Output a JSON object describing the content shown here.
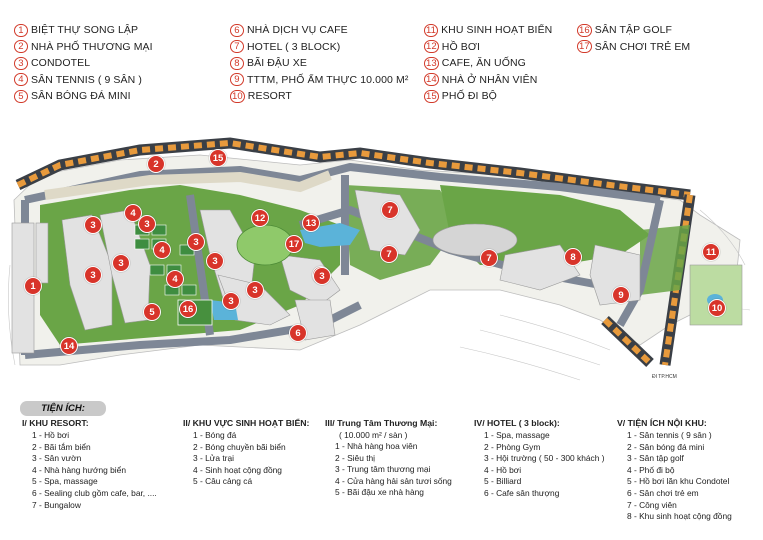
{
  "legend": [
    {
      "num": "1",
      "label": "BIỆT THỰ SONG LẬP"
    },
    {
      "num": "2",
      "label": "NHÀ PHỐ THƯƠNG MẠI"
    },
    {
      "num": "3",
      "label": "CONDOTEL"
    },
    {
      "num": "4",
      "label": "SÂN TENNIS ( 9 SÂN )"
    },
    {
      "num": "5",
      "label": "SÂN BÓNG ĐÁ MINI"
    },
    {
      "num": "6",
      "label": "NHÀ DỊCH VỤ CAFE"
    },
    {
      "num": "7",
      "label": "HOTEL ( 3 BLOCK)"
    },
    {
      "num": "8",
      "label": "BÃI ĐẬU XE"
    },
    {
      "num": "9",
      "label": "TTTM, PHỐ ẨM THỰC 10.000 M²"
    },
    {
      "num": "10",
      "label": "RESORT"
    },
    {
      "num": "11",
      "label": "KHU SINH HOẠT BIỂN"
    },
    {
      "num": "12",
      "label": "HỒ BƠI"
    },
    {
      "num": "13",
      "label": "CAFE, ĂN UỐNG"
    },
    {
      "num": "14",
      "label": "NHÀ Ở NHÂN VIÊN"
    },
    {
      "num": "15",
      "label": "PHỐ ĐI BỘ"
    },
    {
      "num": "16",
      "label": "SÂN TẬP GOLF"
    },
    {
      "num": "17",
      "label": "SÂN CHƠI TRẺ EM"
    }
  ],
  "map": {
    "north_label": "ĐI TP.HCM",
    "markers": [
      {
        "num": "1"
      },
      {
        "num": "2"
      },
      {
        "num": "15"
      },
      {
        "num": "4"
      },
      {
        "num": "4"
      },
      {
        "num": "4"
      },
      {
        "num": "3"
      },
      {
        "num": "3"
      },
      {
        "num": "3"
      },
      {
        "num": "3"
      },
      {
        "num": "3"
      },
      {
        "num": "3"
      },
      {
        "num": "3"
      },
      {
        "num": "3"
      },
      {
        "num": "3"
      },
      {
        "num": "3"
      },
      {
        "num": "6"
      },
      {
        "num": "5"
      },
      {
        "num": "16"
      },
      {
        "num": "12"
      },
      {
        "num": "13"
      },
      {
        "num": "17"
      },
      {
        "num": "7"
      },
      {
        "num": "7"
      },
      {
        "num": "7"
      },
      {
        "num": "8"
      },
      {
        "num": "9"
      },
      {
        "num": "10"
      },
      {
        "num": "11"
      },
      {
        "num": "14"
      }
    ],
    "colors": {
      "road": "#7e8796",
      "sea": "#e89a3c",
      "green": "#6aa547",
      "building": "#e2e2e2",
      "marker": "#d8342a",
      "pool": "#5bb3d9"
    }
  },
  "amenities": {
    "title": "TIỆN ÍCH:",
    "sections": [
      {
        "heading": "I/ KHU RESORT:",
        "sub": "",
        "items": [
          "1 - Hồ bơi",
          "2 - Bãi tắm biển",
          "3 - Sân vườn",
          "4 - Nhà hàng hướng biển",
          "5 - Spa, massage",
          "6 - Sealing club gồm cafe, bar, ....",
          "7 - Bungalow"
        ]
      },
      {
        "heading": "II/ KHU VỰC SINH HOẠT BIỂN:",
        "sub": "",
        "items": [
          "1 - Bóng đá",
          "2 - Bóng chuyền bãi biển",
          "3 - Lửa trại",
          "4 - Sinh hoạt cộng đồng",
          "5 - Câu cảng cá"
        ]
      },
      {
        "heading": "III/ Trung Tâm Thương Mại:",
        "sub": "( 10.000 m² / sàn )",
        "items": [
          "1 - Nhà hàng hoa viên",
          "2 - Siêu thị",
          "3 - Trung tâm thương mại",
          "4 - Cửa hàng hải sản tươi sống",
          "5 - Bãi đậu xe nhà hàng"
        ]
      },
      {
        "heading": "IV/ HOTEL ( 3 block):",
        "sub": "",
        "items": [
          "1 - Spa, massage",
          "2 - Phòng Gym",
          "3 - Hội trường ( 50 - 300 khách )",
          "4 - Hồ bơi",
          "5 - Billiard",
          "6 - Cafe sân thượng"
        ]
      },
      {
        "heading": "V/ TIỆN ÍCH NỘI KHU:",
        "sub": "",
        "items": [
          "1 - Sân tennis ( 9 sân )",
          "2 - Sân bóng đá mini",
          "3 - Sân tập golf",
          "4 - Phố đi bộ",
          "5 - Hồ bơi lăn khu Condotel",
          "6 - Sân chơi trẻ em",
          "7 - Công viên",
          "8 - Khu sinh hoạt cộng đồng"
        ]
      }
    ]
  }
}
